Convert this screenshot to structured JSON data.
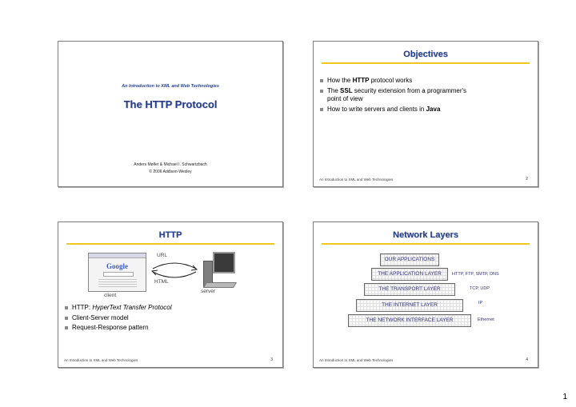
{
  "slide1": {
    "subtitle": "An Introduction to XML and Web Technologies",
    "title": "The HTTP Protocol",
    "authors": "Anders Møller & Michael I. Schwartzbach",
    "copyright": "© 2006 Addison-Wesley"
  },
  "slide2": {
    "title": "Objectives",
    "bullets": [
      {
        "pre": "How the ",
        "em": "HTTP",
        "post": " protocol works"
      },
      {
        "pre": "The ",
        "em": "SSL",
        "post": " security extension from a programmer's point of view"
      },
      {
        "pre": "How to write servers and clients in ",
        "em": "Java",
        "post": ""
      }
    ],
    "footer": "An Introduction to XML and Web Technologies",
    "page": "2"
  },
  "slide3": {
    "title": "HTTP",
    "diagram": {
      "browser_logo": "Google",
      "url_label": "URL",
      "html_label": "HTML",
      "client_label": "client",
      "server_label": "server"
    },
    "bullets": [
      {
        "pre": "HTTP: ",
        "it": "HyperText Transfer Protocol"
      },
      {
        "pre": "Client-Server model",
        "it": ""
      },
      {
        "pre": "Request-Response pattern",
        "it": ""
      }
    ],
    "footer": "An Introduction to XML and Web Technologies",
    "page": "3"
  },
  "slide4": {
    "title": "Network Layers",
    "layers": [
      {
        "name": "OUR APPLICATIONS",
        "protocols": ""
      },
      {
        "name": "THE APPLICATION LAYER",
        "protocols": "HTTP, FTP, SMTP, DNS"
      },
      {
        "name": "THE TRANSPORT LAYER",
        "protocols": "TCP, UDP"
      },
      {
        "name": "THE INTERNET LAYER",
        "protocols": "IP"
      },
      {
        "name": "THE NETWORK INTERFACE LAYER",
        "protocols": "Ethernet"
      }
    ],
    "footer": "An Introduction to XML and Web Technologies",
    "page": "4"
  },
  "page_number": "1",
  "colors": {
    "title": "#243f8e",
    "rule": "#f2c81e",
    "layer_text": "#303080"
  }
}
